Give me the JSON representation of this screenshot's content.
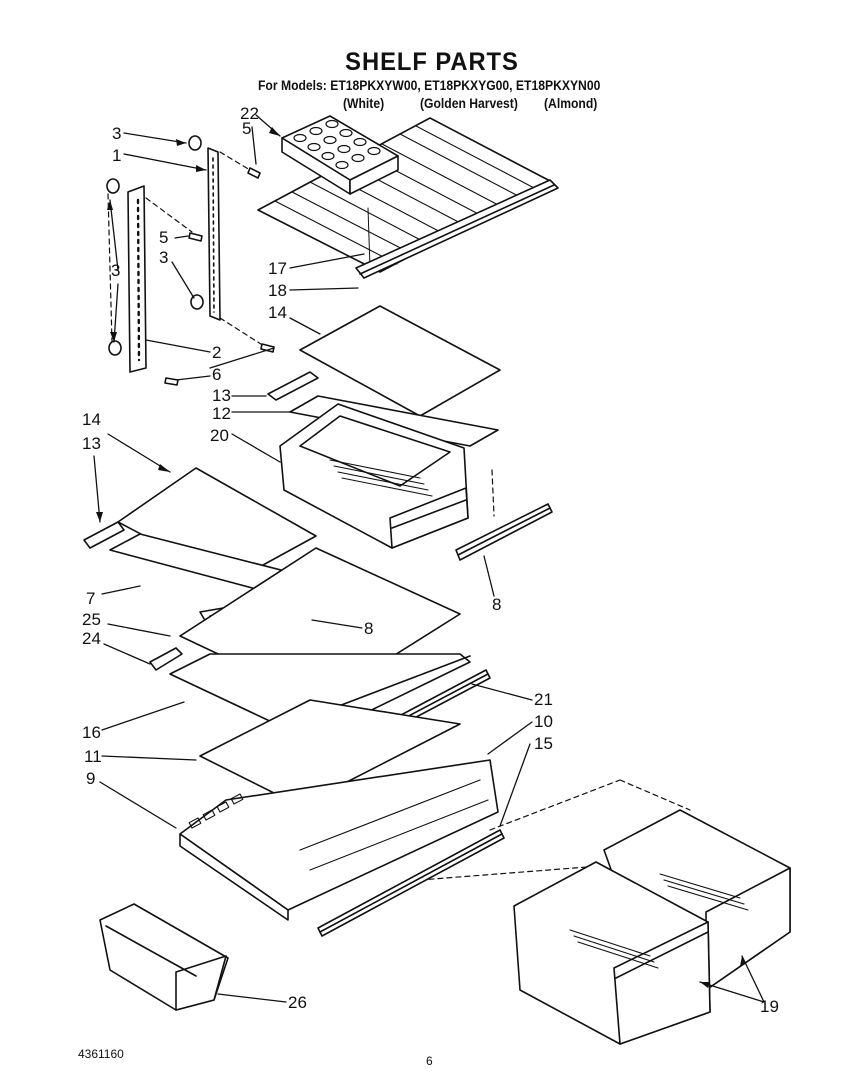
{
  "header": {
    "title": "SHELF PARTS",
    "models_line": "For Models: ET18PKXYW00, ET18PKXYG00, ET18PKXYN00",
    "colors": [
      "(White)",
      "(Golden Harvest)",
      "(Almond)"
    ]
  },
  "callouts": {
    "c1": "1",
    "c2": "2",
    "c3a": "3",
    "c3b": "3",
    "c3c": "3",
    "c5a": "5",
    "c5b": "5",
    "c6": "6",
    "c7": "7",
    "c8a": "8",
    "c8b": "8",
    "c9": "9",
    "c10": "10",
    "c11": "11",
    "c12": "12",
    "c13a": "13",
    "c13b": "13",
    "c14a": "14",
    "c14b": "14",
    "c15": "15",
    "c16": "16",
    "c17": "17",
    "c18": "18",
    "c19": "19",
    "c20": "20",
    "c21": "21",
    "c22": "22",
    "c24": "24",
    "c25": "25",
    "c26": "26"
  },
  "footer": {
    "doc_number": "4361160",
    "page_number": "6"
  }
}
